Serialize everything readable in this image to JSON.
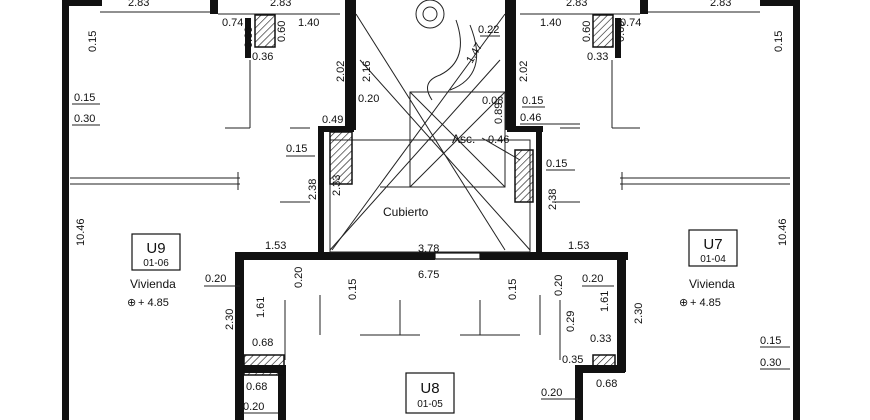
{
  "units": [
    {
      "code": "U9",
      "number": "01-06",
      "use": "Vivienda",
      "level": "+ 4.85"
    },
    {
      "code": "U7",
      "number": "01-04",
      "use": "Vivienda",
      "level": "+ 4.85"
    },
    {
      "code": "U8",
      "number": "01-05"
    }
  ],
  "rooms": {
    "elevator": "Asc.",
    "covered": "Cubierto"
  },
  "dimensions": {
    "top_left_a": "2.83",
    "top_left_b": "2.83",
    "top_right_a": "2.83",
    "top_right_b": "2.83",
    "d074": "0.74",
    "d140": "1.40",
    "d060": "0.60",
    "d036": "0.36",
    "d033": "0.33",
    "d015": "0.15",
    "d030": "0.30",
    "d202": "2.02",
    "d216": "2.16",
    "d020": "0.20",
    "d022": "0.22",
    "d147": "1.47",
    "d008": "0.08",
    "d089": "0.89",
    "d046": "0.46",
    "d049": "0.49",
    "d238": "2.38",
    "d233": "2.33",
    "d1046": "10.46",
    "d153": "1.53",
    "d378": "3.78",
    "d675": "6.75",
    "d161": "1.61",
    "d230": "2.30",
    "d068": "0.68",
    "d029": "0.29",
    "d035": "0.35"
  }
}
